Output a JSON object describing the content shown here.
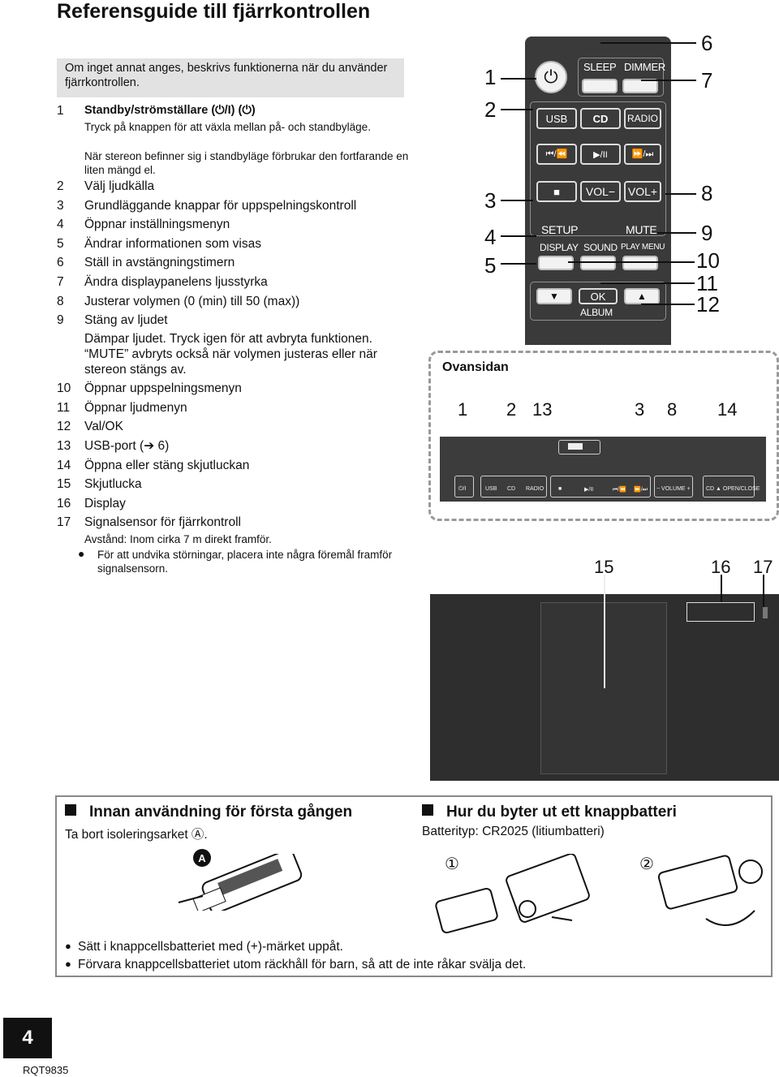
{
  "title": "Referensguide till fjärrkontrollen",
  "intro": "Om inget annat anges, beskrivs funktionerna när du använder fjärrkontrollen.",
  "items": [
    {
      "num": "1",
      "label": "Standby/strömställare (⏻/I) (⏻)",
      "lines": [
        "Tryck på knappen för att växla mellan på- och standbyläge.",
        "När stereon befinner sig i standbyläge förbrukar den fortfarande en liten mängd el."
      ]
    },
    {
      "num": "2",
      "label": "Välj ljudkälla"
    },
    {
      "num": "3",
      "label": "Grundläggande knappar för uppspelningskontroll"
    },
    {
      "num": "4",
      "label": "Öppnar inställningsmenyn"
    },
    {
      "num": "5",
      "label": "Ändrar informationen som visas"
    },
    {
      "num": "6",
      "label": "Ställ in avstängningstimern"
    },
    {
      "num": "7",
      "label": "Ändra displaypanelens ljusstyrka"
    },
    {
      "num": "8",
      "label": "Justerar volymen (0 (min) till 50 (max))"
    },
    {
      "num": "9",
      "label": "Stäng av ljudet",
      "text": "Dämpar ljudet. Tryck igen för att avbryta funktionen. “MUTE” avbryts också när volymen justeras eller när stereon stängs av."
    },
    {
      "num": "10",
      "label": "Öppnar uppspelningsmenyn"
    },
    {
      "num": "11",
      "label": "Öppnar ljudmenyn"
    },
    {
      "num": "12",
      "label": "Val/OK"
    },
    {
      "num": "13",
      "label": "USB-port (➔ 6)"
    },
    {
      "num": "14",
      "label": "Öppna eller stäng skjutluckan"
    },
    {
      "num": "15",
      "label": "Skjutlucka"
    },
    {
      "num": "16",
      "label": "Display"
    },
    {
      "num": "17",
      "label": "Signalsensor för fjärrkontroll",
      "sub": "Avstånd: Inom cirka 7 m direkt framför.",
      "bullet": "För att undvika störningar, placera inte några föremål framför signalsensorn."
    }
  ],
  "remote": {
    "power": "⏻",
    "sleep": "SLEEP",
    "dimmer": "DIMMER",
    "usb": "USB",
    "cd": "CD",
    "radio": "RADIO",
    "prev": "⏮/⏪",
    "play": "▶/II",
    "next": "⏩/⏭",
    "stop": "■",
    "vol_down": "VOL−",
    "vol_up": "VOL+",
    "setup": "SETUP",
    "mute": "MUTE",
    "display": "DISPLAY",
    "sound": "SOUND",
    "play_menu": "PLAY MENU",
    "down": "▼",
    "ok": "OK",
    "up": "▲",
    "album": "ALBUM"
  },
  "callouts_left": [
    "1",
    "2",
    "3",
    "4",
    "5"
  ],
  "callouts_right": [
    "6",
    "7",
    "8",
    "9",
    "10",
    "11",
    "12"
  ],
  "top_panel": {
    "label": "Ovansidan",
    "callouts": [
      "1",
      "2",
      "13",
      "3",
      "8",
      "14"
    ],
    "buttons": [
      "⏻/I",
      "USB",
      "CD",
      "RADIO",
      "■",
      "▶/II",
      "⏮/⏪",
      "⏩/⏭",
      "− VOLUME +",
      "CD ▲ OPEN/CLOSE"
    ]
  },
  "unit_callouts": [
    "15",
    "16",
    "17"
  ],
  "first_use": {
    "heading": "Innan användning för första gången",
    "text": "Ta bort isoleringsarket Ⓐ.",
    "marker": "A"
  },
  "battery": {
    "heading": "Hur du byter ut ett knappbatteri",
    "text": "Batterityp: CR2025 (litiumbatteri)",
    "steps": [
      "①",
      "②"
    ]
  },
  "notes": [
    "Sätt i knappcellsbatteriet med (+)-märket uppåt.",
    "Förvara knappcellsbatteriet utom räckhåll för barn, så att de inte råkar svälja det."
  ],
  "page_number": "4",
  "doc_code": "RQT9835"
}
